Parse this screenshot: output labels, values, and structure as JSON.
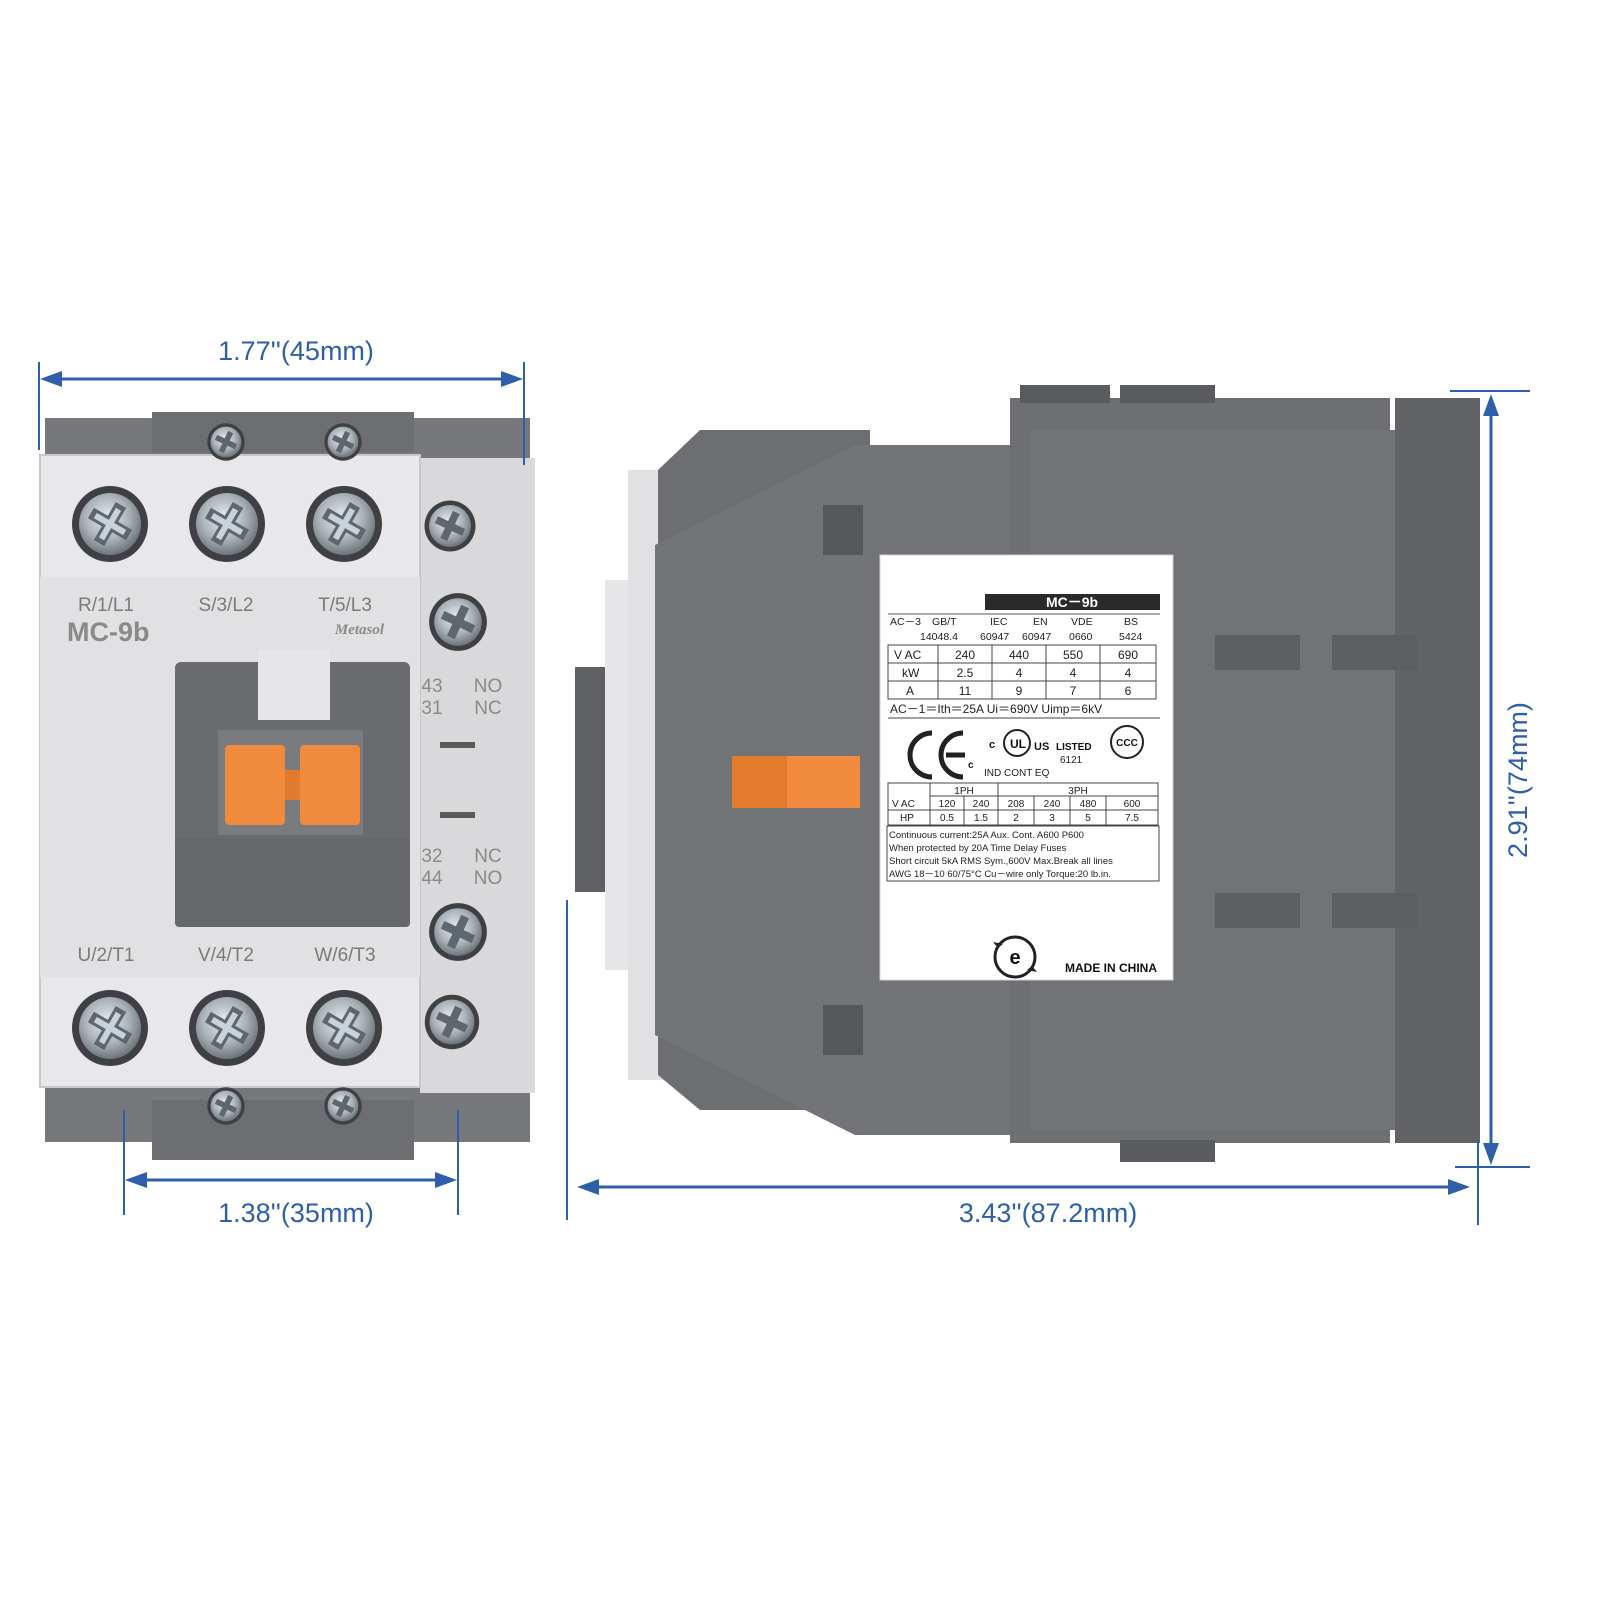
{
  "dimensions": {
    "width": "1.77''(45mm)",
    "mount_width": "1.38''(35mm)",
    "depth": "3.43''(87.2mm)",
    "height": "2.91''(74mm)"
  },
  "front_view": {
    "terminals_top": [
      "R/1/L1",
      "S/3/L2",
      "T/5/L3"
    ],
    "terminals_bottom": [
      "U/2/T1",
      "V/4/T2",
      "W/6/T3"
    ],
    "model": "MC-9b",
    "brand": "Metasol",
    "aux_top": [
      {
        "num": "43",
        "type": "NO"
      },
      {
        "num": "31",
        "type": "NC"
      }
    ],
    "aux_bottom": [
      {
        "num": "32",
        "type": "NC"
      },
      {
        "num": "44",
        "type": "NO"
      }
    ]
  },
  "label": {
    "model": "MC－9b",
    "std_header": [
      "AC－3",
      "GB/T",
      "IEC",
      "EN",
      "VDE",
      "BS"
    ],
    "std_numbers": [
      "14048.4",
      "60947",
      "60947",
      "0660",
      "5424"
    ],
    "ratings": [
      {
        "unit": "V AC",
        "values": [
          "240",
          "440",
          "550",
          "690"
        ]
      },
      {
        "unit": "kW",
        "values": [
          "2.5",
          "4",
          "4",
          "4"
        ]
      },
      {
        "unit": "A",
        "values": [
          "11",
          "9",
          "7",
          "6"
        ]
      }
    ],
    "ac1_line": "AC－1＝Ith＝25A Ui＝690V Uimp＝6kV",
    "cert": {
      "ce": "CE",
      "ul_c": "c",
      "ul_us": "US",
      "listed": "LISTED",
      "code": "6121",
      "ind": "IND CONT EQ",
      "ccc": "CCC",
      "e_c": "c"
    },
    "hp_table": {
      "groups": [
        "1PH",
        "3PH"
      ],
      "vac_label": "V AC",
      "vac": [
        "120",
        "240",
        "208",
        "240",
        "480",
        "600"
      ],
      "hp_label": "HP",
      "hp": [
        "0.5",
        "1.5",
        "2",
        "3",
        "5",
        "7.5"
      ]
    },
    "notes": [
      "Continuous current:25A  Aux. Cont. A600 P600",
      "When protected by 20A Time Delay Fuses",
      "Short circuit 5kA RMS Sym.,600V Max.Break all lines",
      "AWG 18－10 60/75°C Cu－wire only  Torque:20 lb.in."
    ],
    "made_in": "MADE IN CHINA",
    "e_mark": "e"
  },
  "colors": {
    "dimension": "#2f5fa8",
    "body_light": "#e9e9ec",
    "body_dark": "#6d6e71",
    "accent_orange": "#f08a3c"
  }
}
